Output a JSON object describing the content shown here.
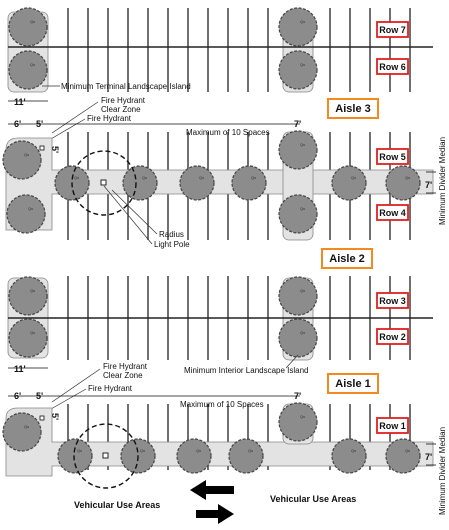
{
  "rows": [
    "Row 7",
    "Row 6",
    "Row 5",
    "Row 4",
    "Row 3",
    "Row 2",
    "Row 1"
  ],
  "aisles": [
    "Aisle 3",
    "Aisle 2",
    "Aisle 1"
  ],
  "labels": {
    "min_terminal_island": "Minimum Terminal Landscape Island",
    "min_interior_island": "Minimum Interior Landscape  Island",
    "hydrant_clear_zone_line1": "Fire Hydrant",
    "hydrant_clear_zone_line2": "Clear Zone",
    "fire_hydrant": "Fire Hydrant",
    "max_spaces": "Maximum of 10 Spaces",
    "radius": "Radius",
    "light_pole": "Light Pole",
    "min_divider_median": "Minimum Divider Median",
    "vehicular_use_left": "Vehicular Use Areas",
    "vehicular_use_right": "Vehicular Use Areas",
    "tree_mark": "Qs"
  },
  "dimensions": {
    "width_11": "11'",
    "width_6": "6'",
    "width_5": "5'",
    "width_7": "7'",
    "depth_5": "5'"
  },
  "colors": {
    "row_box": "#e02020",
    "aisle_box": "#f28a1e",
    "tree_fill": "#8c8c8c",
    "island_fill": "#e3e3e3",
    "arrow": "#000000"
  }
}
